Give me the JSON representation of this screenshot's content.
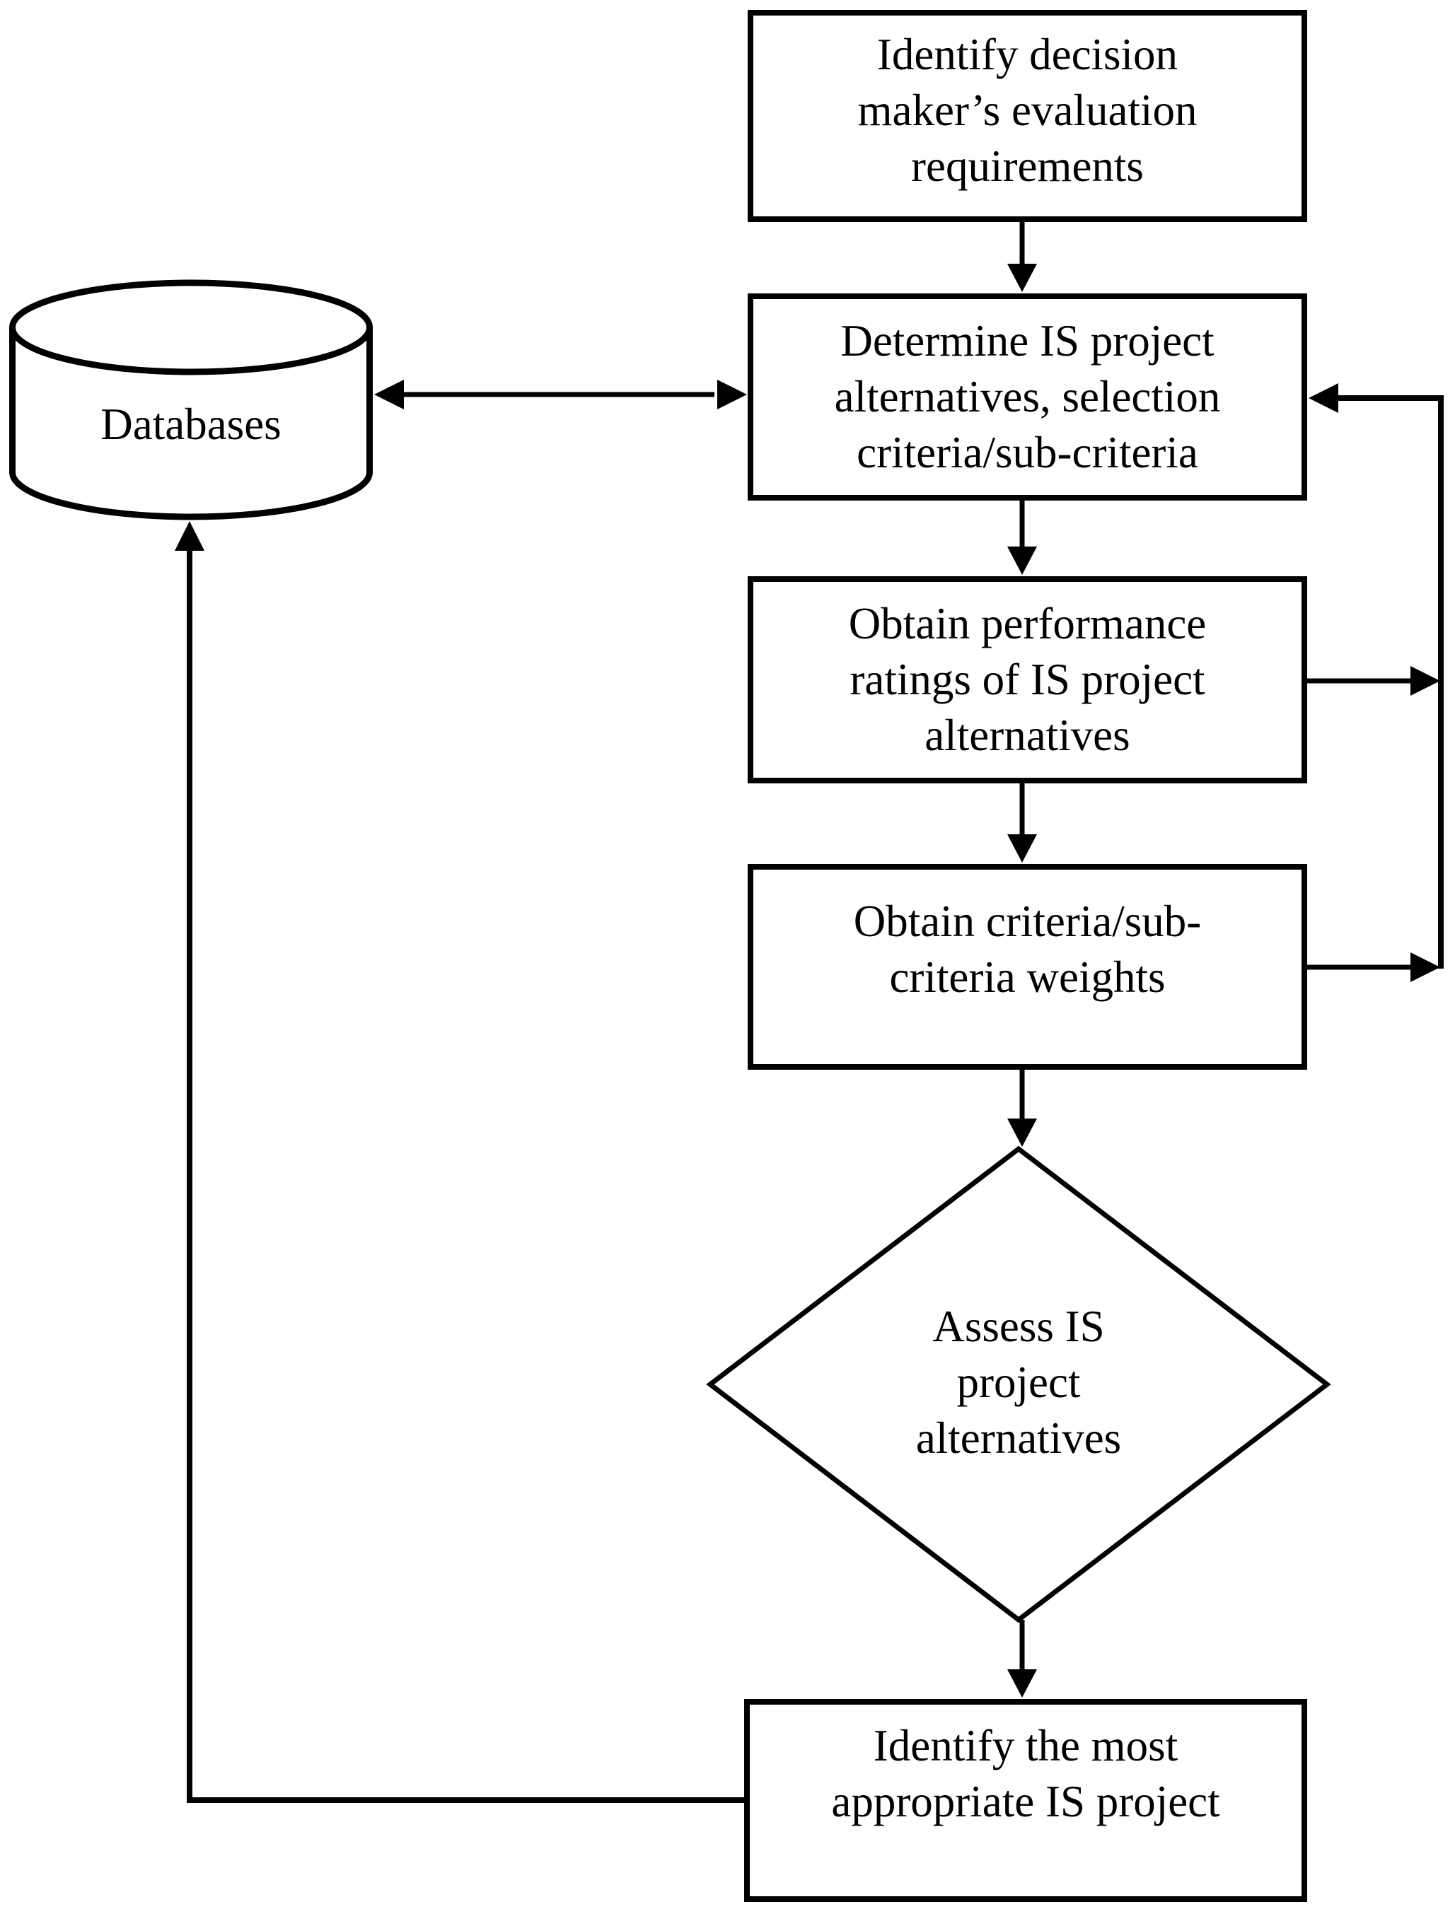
{
  "figure": {
    "type": "flowchart",
    "background_color": "#ffffff",
    "line_color": "#000000",
    "nodes": {
      "identify_requirements": {
        "shape": "rectangle",
        "label": "Identify decision maker’s evaluation requirements",
        "lines": [
          "Identify decision",
          "maker’s evaluation",
          "requirements"
        ]
      },
      "databases": {
        "shape": "cylinder",
        "label": "Databases",
        "lines": [
          "Databases"
        ]
      },
      "determine_alternatives": {
        "shape": "rectangle",
        "label": "Determine IS project alternatives, selection criteria/sub-criteria",
        "lines": [
          "Determine IS project",
          "alternatives, selection",
          "criteria/sub-criteria"
        ]
      },
      "performance_ratings": {
        "shape": "rectangle",
        "label": "Obtain performance ratings of IS project alternatives",
        "lines": [
          "Obtain performance",
          "ratings of IS project",
          "alternatives"
        ]
      },
      "criteria_weights": {
        "shape": "rectangle",
        "label": "Obtain criteria/sub-criteria weights",
        "lines": [
          "Obtain criteria/sub-",
          "criteria weights"
        ]
      },
      "assess_alternatives": {
        "shape": "diamond",
        "label": "Assess IS project alternatives",
        "lines": [
          "Assess IS",
          "project",
          "alternatives"
        ]
      },
      "appropriate_project": {
        "shape": "rectangle",
        "label": "Identify the most appropriate IS project",
        "lines": [
          "Identify the most",
          "appropriate IS project"
        ]
      }
    },
    "edges": [
      {
        "from": "identify_requirements",
        "to": "determine_alternatives",
        "type": "arrow"
      },
      {
        "from": "databases",
        "to": "determine_alternatives",
        "type": "double-arrow"
      },
      {
        "from": "determine_alternatives",
        "to": "performance_ratings",
        "type": "arrow"
      },
      {
        "from": "performance_ratings",
        "to": "criteria_weights",
        "type": "arrow"
      },
      {
        "from": "criteria_weights",
        "to": "assess_alternatives",
        "type": "arrow"
      },
      {
        "from": "assess_alternatives",
        "to": "appropriate_project",
        "type": "arrow"
      },
      {
        "from": "performance_ratings",
        "to": "determine_alternatives",
        "type": "feedback-arrow",
        "route": "right"
      },
      {
        "from": "criteria_weights",
        "to": "determine_alternatives",
        "type": "feedback-arrow",
        "route": "right"
      },
      {
        "from": "appropriate_project",
        "to": "databases",
        "type": "feedback-arrow",
        "route": "left"
      }
    ]
  }
}
